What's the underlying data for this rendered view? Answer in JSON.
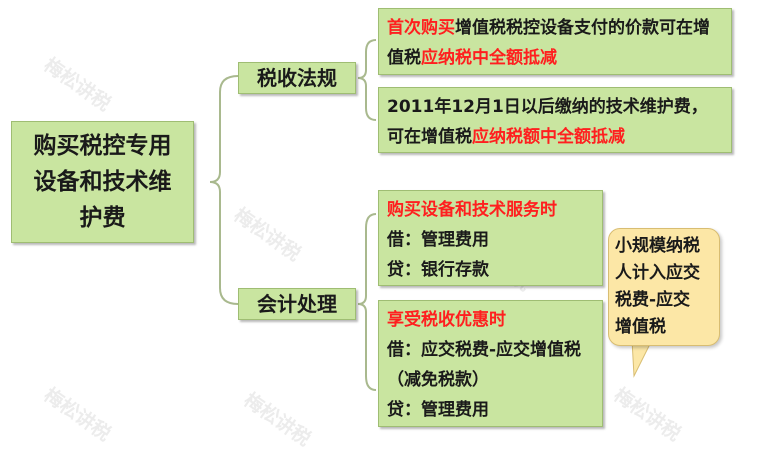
{
  "center_topic": {
    "lines": [
      "购买税控专用",
      "设备和技术维",
      "护费"
    ]
  },
  "branches": [
    {
      "label": "税收法规"
    },
    {
      "label": "会计处理"
    }
  ],
  "tax_rules": [
    {
      "segments": [
        {
          "text": "首次购买",
          "highlight": true
        },
        {
          "text": "增值税税控设备支付的价款可在增值税",
          "highlight": false
        },
        {
          "text": "应纳税中全额抵减",
          "highlight": true
        }
      ]
    },
    {
      "segments": [
        {
          "text": "2011年12月1日以后缴纳的技术维护费，可在增值税",
          "highlight": false
        },
        {
          "text": "应纳税额中全额抵减",
          "highlight": true
        }
      ]
    }
  ],
  "accounting": [
    {
      "heading": "购买设备和技术服务时",
      "entries": [
        "借：管理费用",
        "贷：银行存款"
      ]
    },
    {
      "heading": "享受税收优惠时",
      "entries": [
        "借：应交税费-应交增值税（减免税款）",
        "贷：管理费用"
      ]
    }
  ],
  "note": {
    "lines": [
      "小规模纳税",
      "人计入应交",
      "税费-应交",
      "增值税"
    ]
  },
  "watermark": {
    "text": "梅松讲税"
  },
  "colors": {
    "box_fill": "#c9e5a0",
    "highlight": "#ff1f1f",
    "note_fill": "#fce7a6",
    "connector": "#a9b98e"
  }
}
